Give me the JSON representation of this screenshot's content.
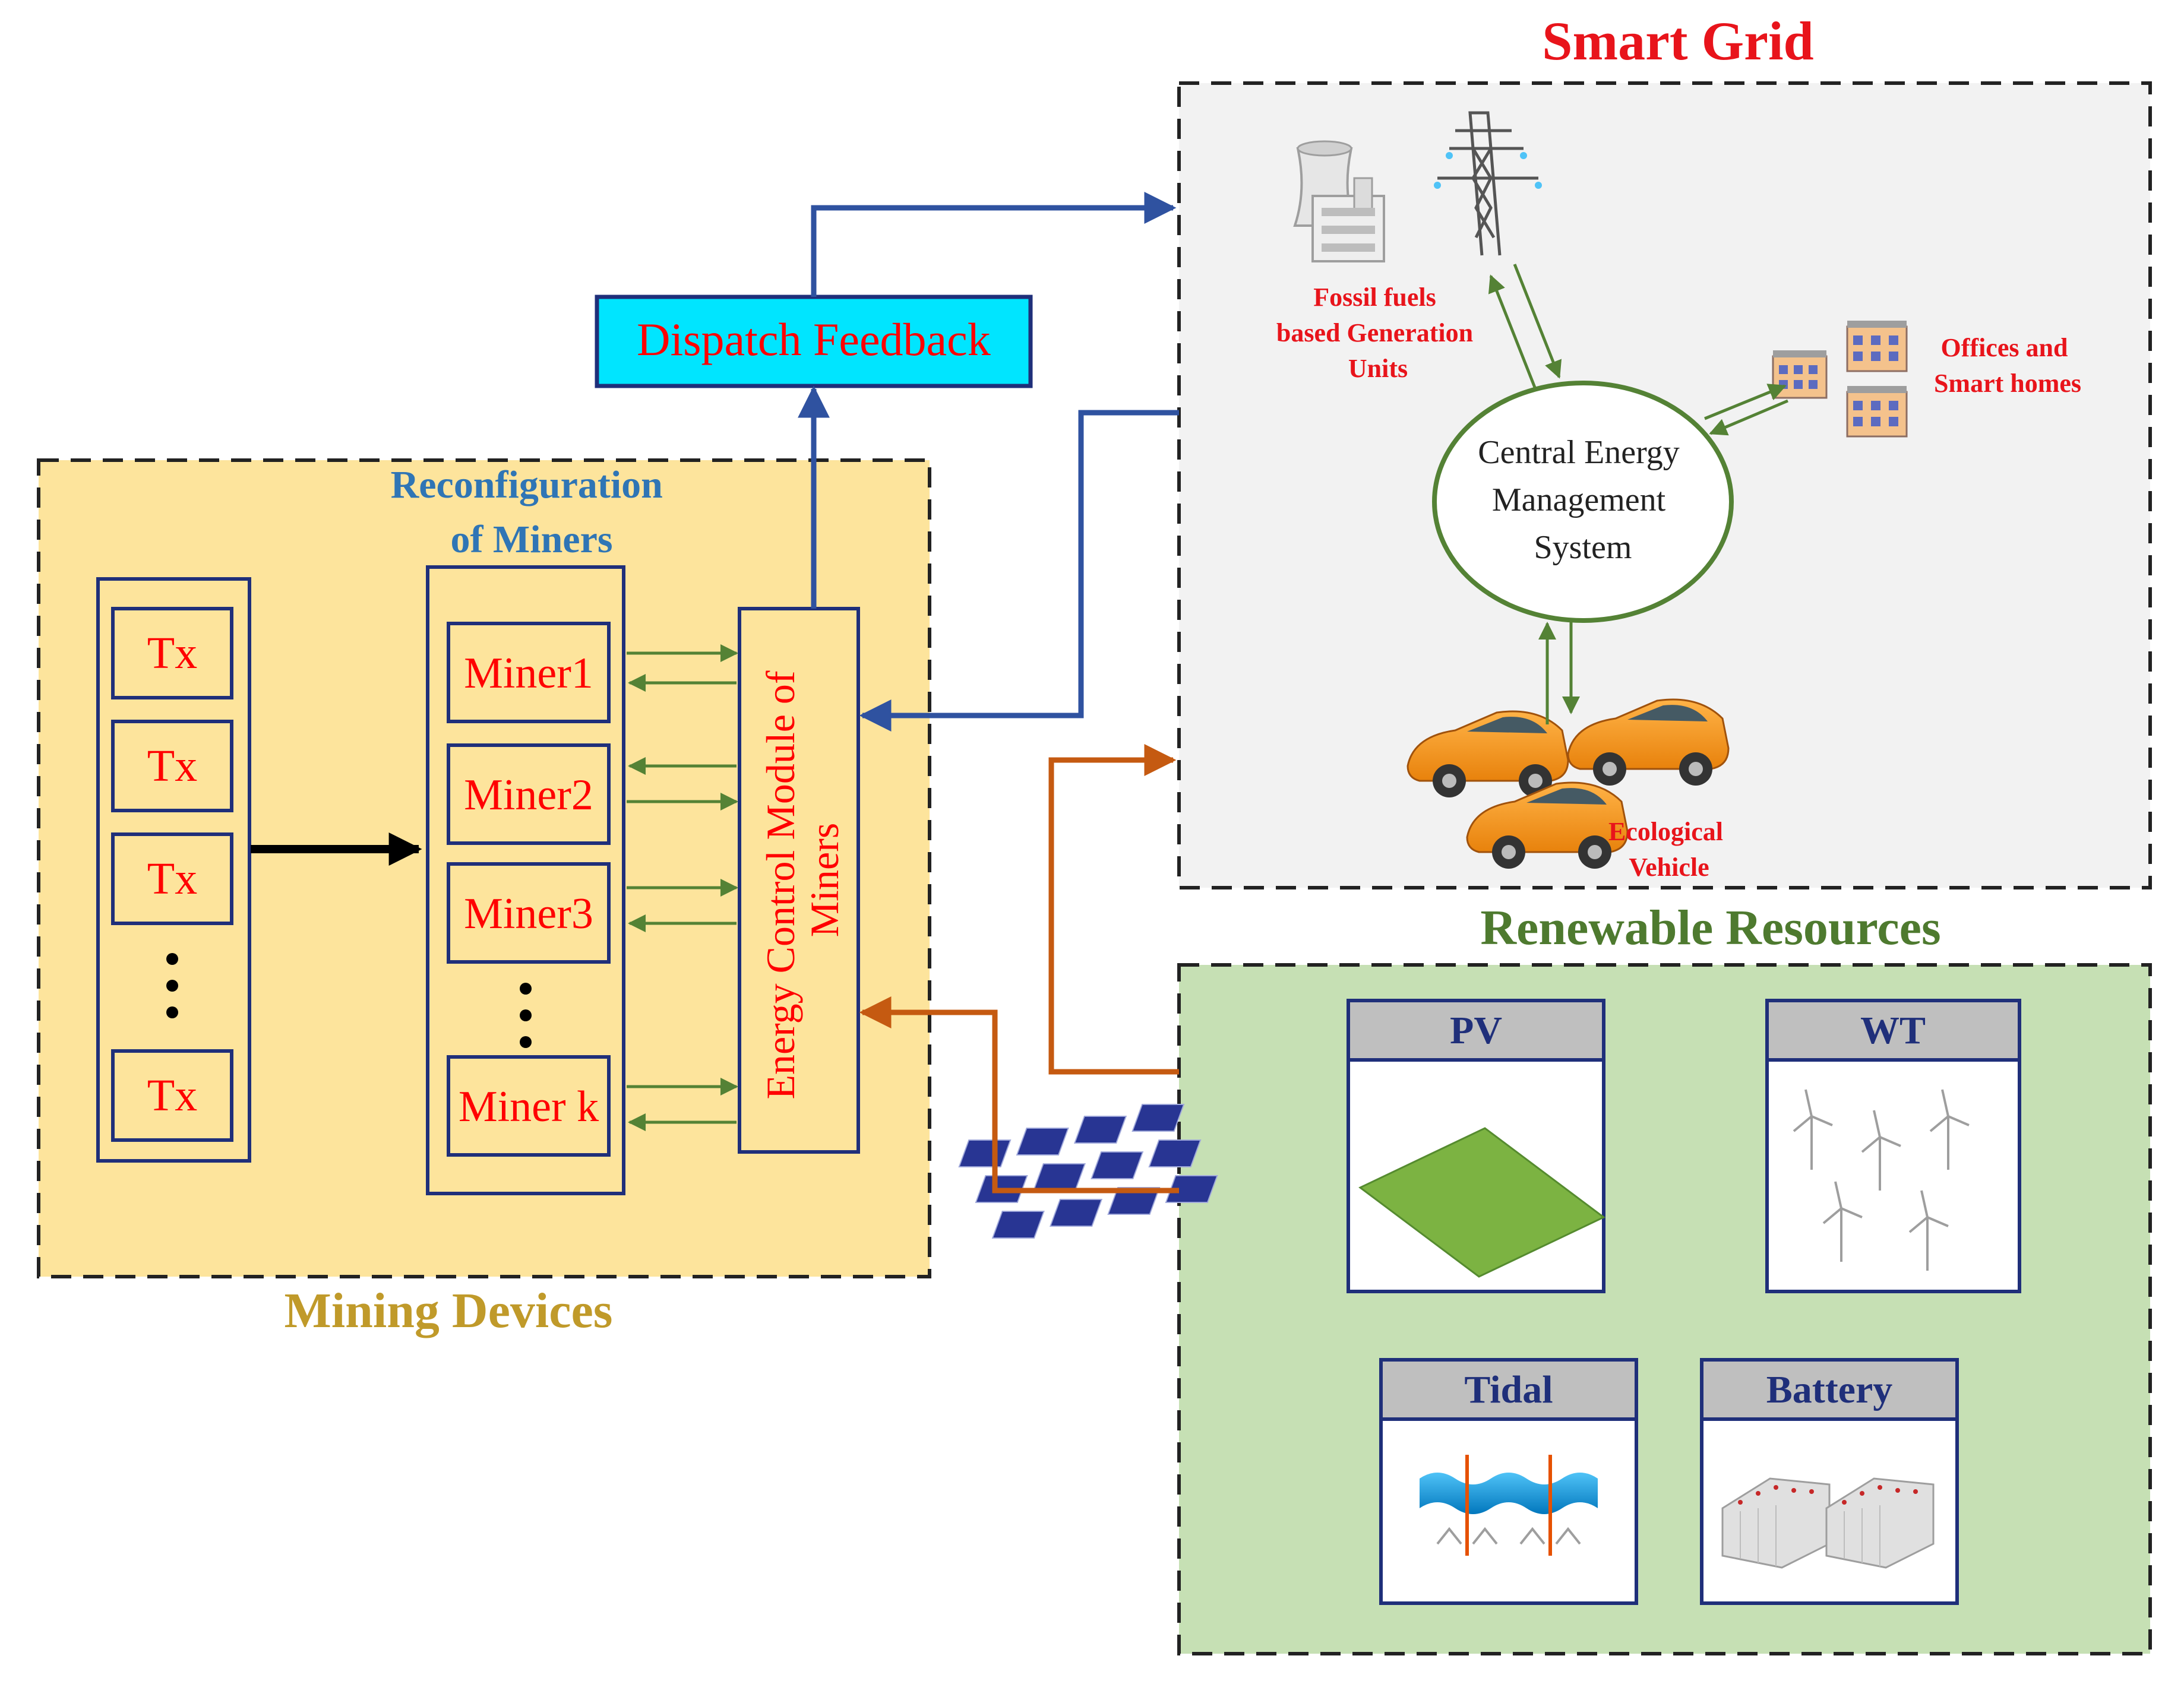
{
  "smart_grid": {
    "title": "Smart Grid",
    "fossil_label": [
      "Fossil fuels",
      "based Generation",
      "Units"
    ],
    "offices_label": [
      "Offices and",
      "Smart homes"
    ],
    "cems_label": [
      "Central Energy",
      "Management",
      "System"
    ],
    "vehicle_label": [
      "Ecological",
      "Vehicle"
    ]
  },
  "renewable": {
    "title": "Renewable Resources",
    "pv": "PV",
    "wt": "WT",
    "tidal": "Tidal",
    "battery": "Battery"
  },
  "mining": {
    "title": "Mining Devices",
    "reconfig_label": [
      "Reconfiguration",
      "of Miners"
    ],
    "tx_label": "Tx",
    "miners": [
      "Miner1",
      "Miner2",
      "Miner3",
      "Miner k"
    ],
    "ecm_label": [
      "Energy Control Module of",
      "Miners"
    ]
  },
  "dispatch": {
    "label": "Dispatch Feedback"
  },
  "colors": {
    "smart_grid_title": "#e8141b",
    "renewable_title": "#4e7a2f",
    "mining_title": "#c09a2a",
    "reconfig_title": "#2f75b5",
    "miner_text": "#ff0000",
    "box_border": "#1f2f7a",
    "blue_line": "#2f52a0",
    "green_line": "#548235",
    "orange_line": "#c55a11",
    "mining_bg": "#fde49c",
    "renew_bg": "#c6e0b4",
    "grid_bg": "#f2f2f2",
    "dispatch_bg": "#00e5ff",
    "resource_header": "#bfbfbf"
  }
}
